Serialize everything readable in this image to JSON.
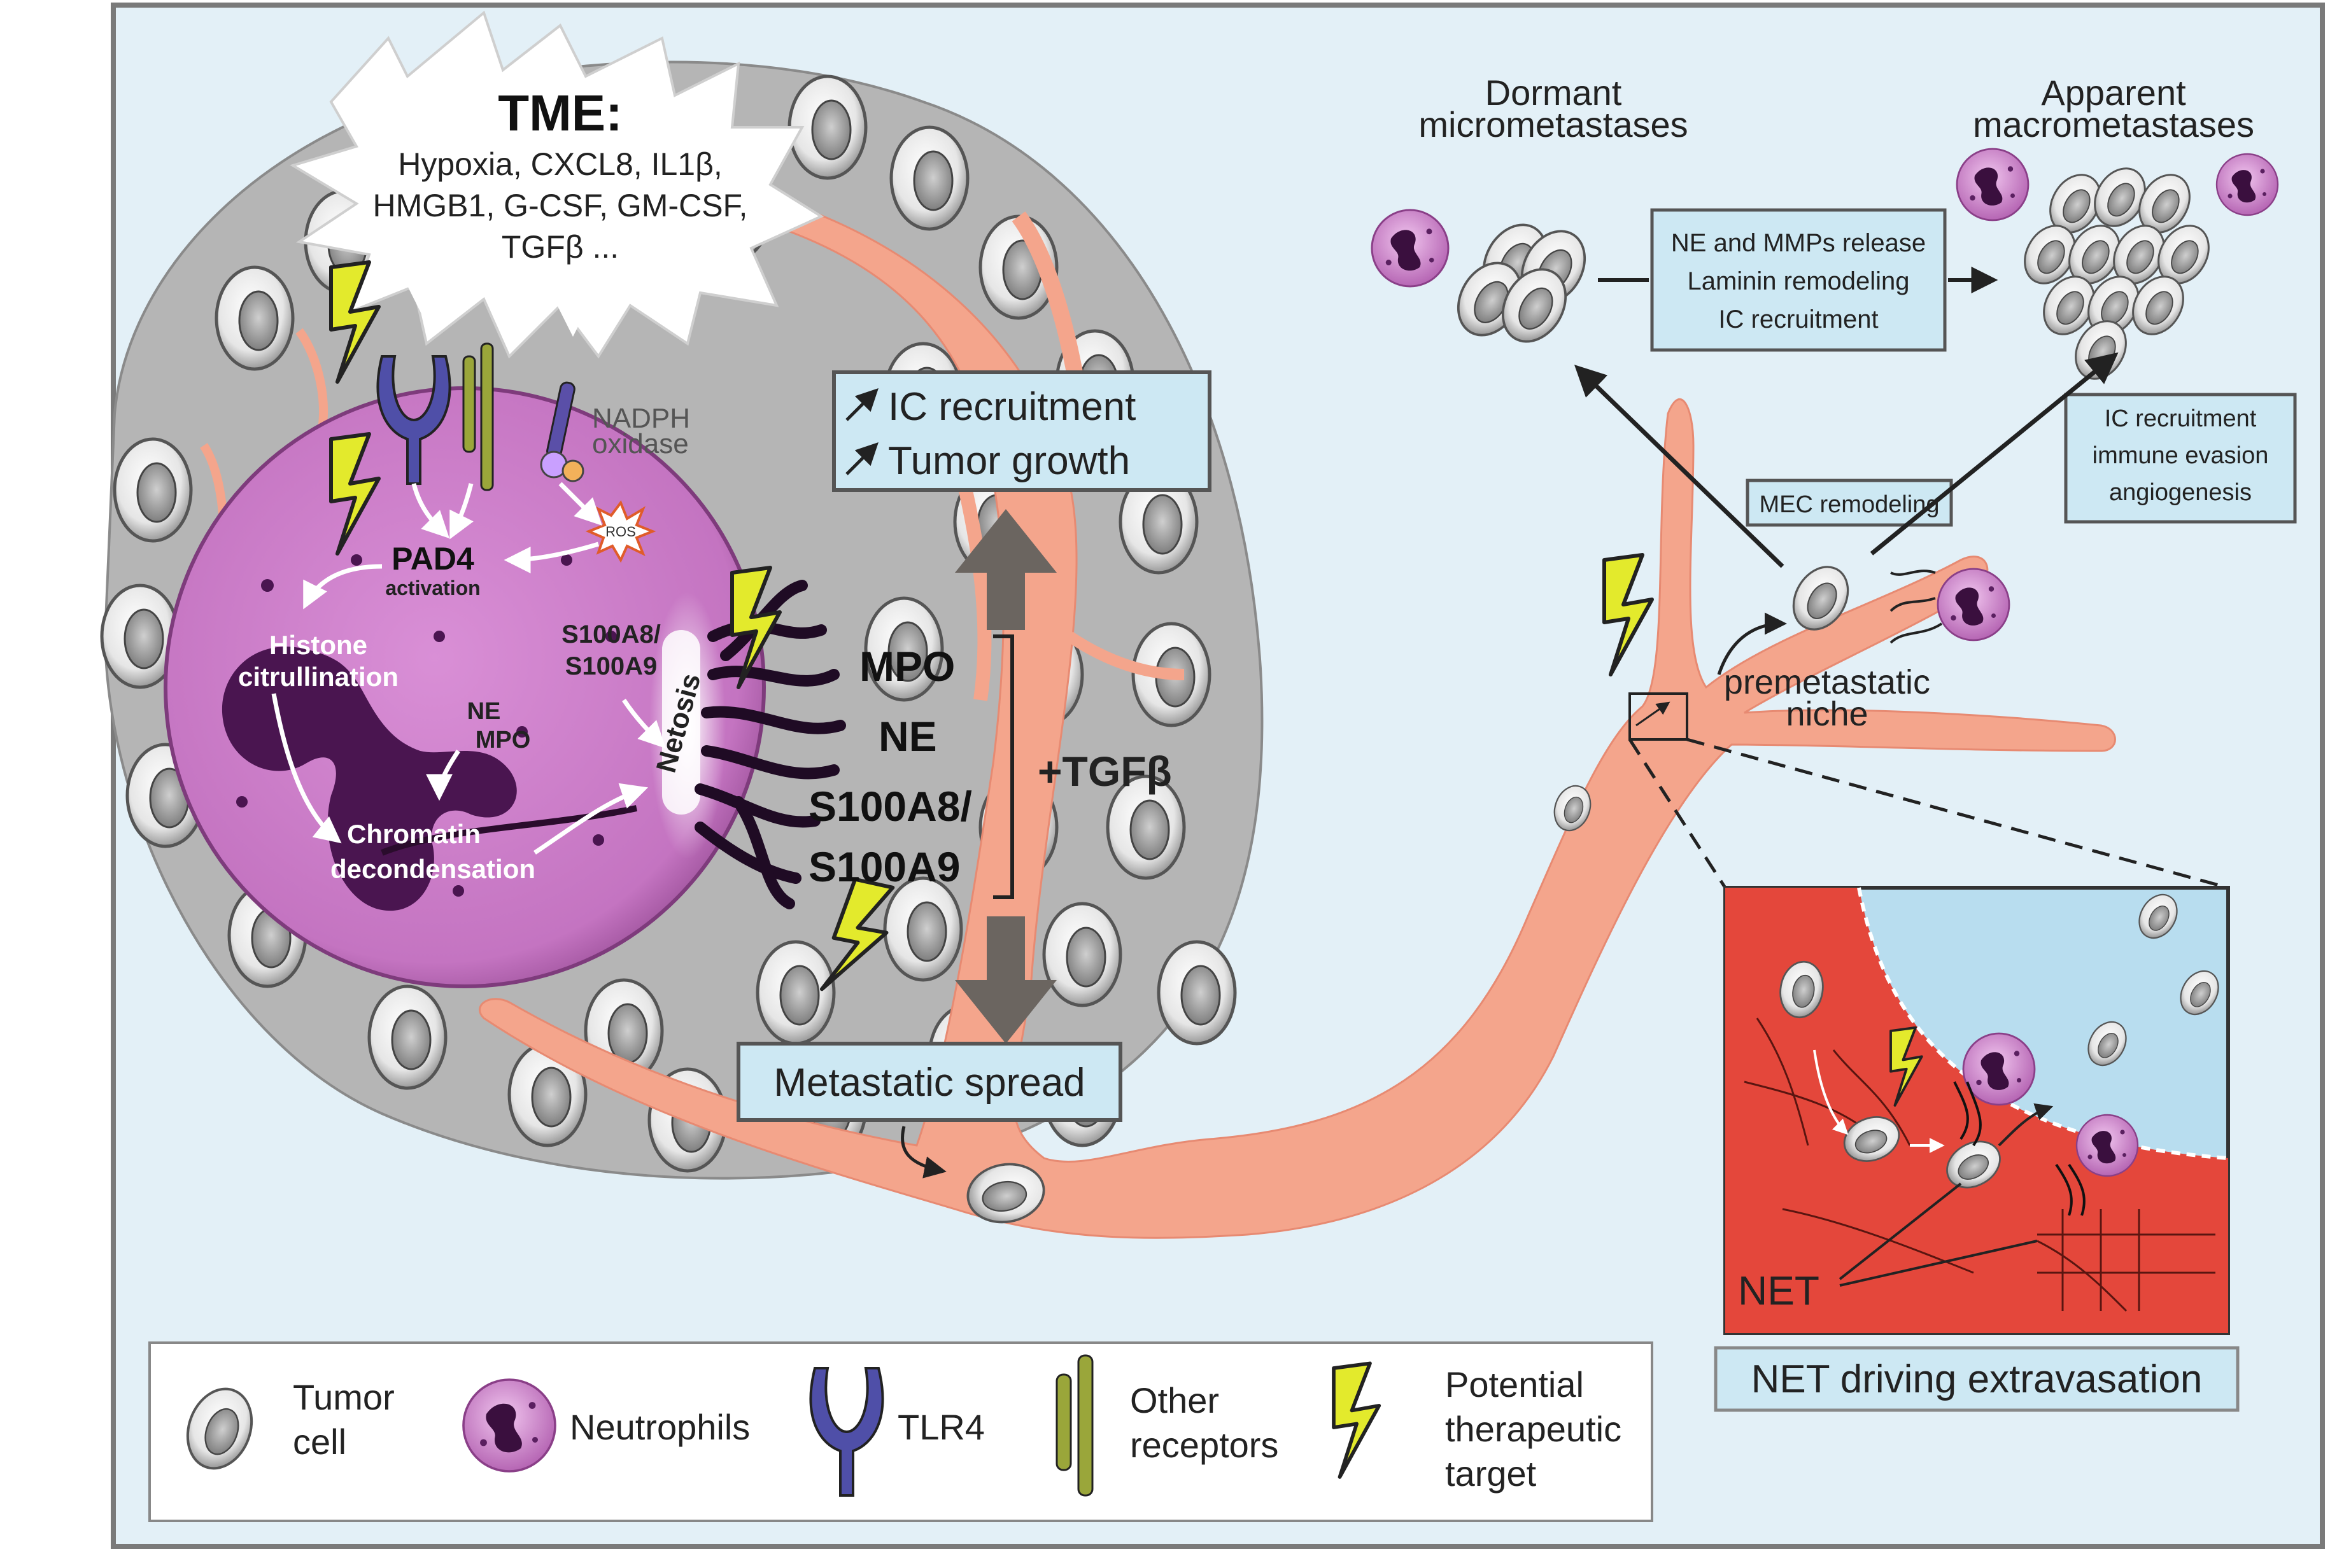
{
  "tme": {
    "title": "TME:",
    "factors": [
      "Hypoxia, CXCL8, IL1β,",
      "HMGB1, G-CSF, GM-CSF,",
      "TGFβ ..."
    ]
  },
  "neutrophil": {
    "nadph": [
      "NADPH",
      "oxidase"
    ],
    "ros": "ROS",
    "pad4": "PAD4",
    "pad4_sub": "activation",
    "histone": [
      "Histone",
      "citrullination"
    ],
    "ne_mpo": [
      "NE",
      "MPO"
    ],
    "chromatin": [
      "Chromatin",
      "decondensation"
    ],
    "s100_inner": [
      "S100A8/",
      "S100A9"
    ],
    "netosis": "Netosis"
  },
  "net_components": [
    "MPO",
    "NE",
    "S100A8/",
    "S100A9"
  ],
  "tgfb": "+TGFβ",
  "box_ic": [
    "IC recruitment",
    "Tumor growth"
  ],
  "box_spread": "Metastatic spread",
  "dormant": [
    "Dormant",
    "micrometastases"
  ],
  "apparent": [
    "Apparent",
    "macrometastases"
  ],
  "box_release": [
    "NE and MMPs release",
    "Laminin remodeling",
    "IC recruitment"
  ],
  "box_immune": [
    "IC recruitment",
    "immune evasion",
    "angiogenesis"
  ],
  "mec": "MEC remodeling",
  "niche": [
    "premetastatic",
    "niche"
  ],
  "inset": {
    "net_label": "NET",
    "caption": "NET driving extravasation"
  },
  "legend": {
    "tumor": [
      "Tumor",
      "cell"
    ],
    "neutrophils": "Neutrophils",
    "tlr4": "TLR4",
    "other": [
      "Other",
      "receptors"
    ],
    "target": [
      "Potential",
      "therapeutic",
      "target"
    ]
  },
  "colors": {
    "background": "#e3f0f7",
    "vessel": "#f4a58c",
    "neutrophil": "#d58fd3",
    "lightning": "#e3ea2c",
    "box_fill": "#cde8f3",
    "net_vessel": "#e4473b"
  }
}
